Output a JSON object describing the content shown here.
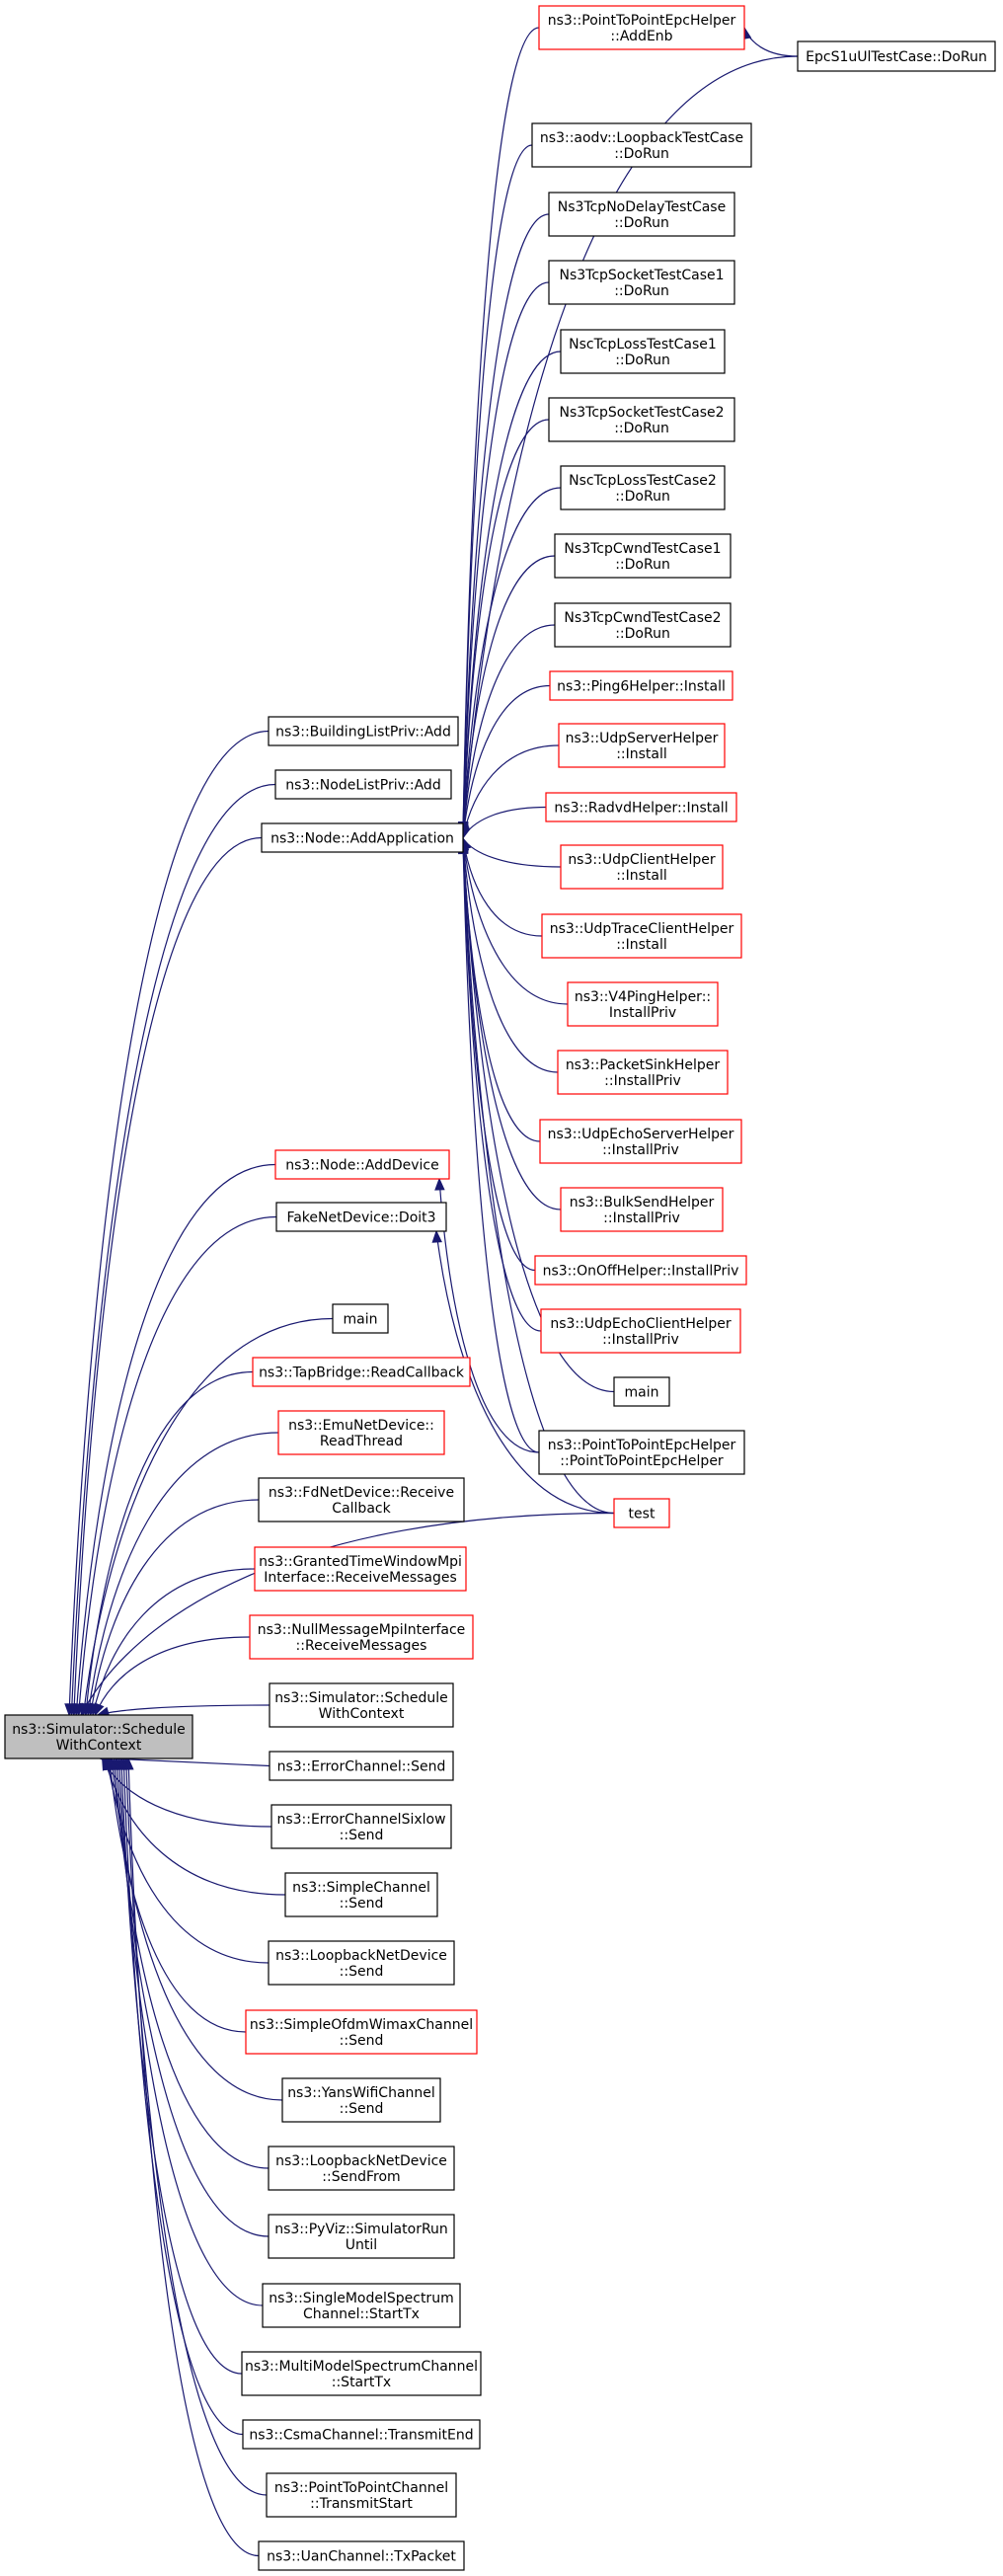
{
  "colors": {
    "edge": "#191970",
    "border_normal": "#000000",
    "border_truncated": "#ff0000",
    "root_fill": "#bfbfbf",
    "node_fill": "#ffffff"
  },
  "root": {
    "id": "root",
    "lines": [
      "ns3::Simulator::Schedule",
      "WithContext"
    ]
  },
  "nodes": [
    {
      "id": "p2pAddEnb",
      "lines": [
        "ns3::PointToPointEpcHelper",
        "::AddEnb"
      ],
      "truncated": true
    },
    {
      "id": "epcS1u",
      "lines": [
        "EpcS1uUlTestCase::DoRun"
      ],
      "truncated": false
    },
    {
      "id": "aodvLoop",
      "lines": [
        "ns3::aodv::LoopbackTestCase",
        "::DoRun"
      ],
      "truncated": false
    },
    {
      "id": "tcpNoDelay",
      "lines": [
        "Ns3TcpNoDelayTestCase",
        "::DoRun"
      ],
      "truncated": false
    },
    {
      "id": "tcpSock1",
      "lines": [
        "Ns3TcpSocketTestCase1",
        "::DoRun"
      ],
      "truncated": false
    },
    {
      "id": "nscLoss1",
      "lines": [
        "NscTcpLossTestCase1",
        "::DoRun"
      ],
      "truncated": false
    },
    {
      "id": "tcpSock2",
      "lines": [
        "Ns3TcpSocketTestCase2",
        "::DoRun"
      ],
      "truncated": false
    },
    {
      "id": "nscLoss2",
      "lines": [
        "NscTcpLossTestCase2",
        "::DoRun"
      ],
      "truncated": false
    },
    {
      "id": "cwnd1",
      "lines": [
        "Ns3TcpCwndTestCase1",
        "::DoRun"
      ],
      "truncated": false
    },
    {
      "id": "cwnd2",
      "lines": [
        "Ns3TcpCwndTestCase2",
        "::DoRun"
      ],
      "truncated": false
    },
    {
      "id": "ping6",
      "lines": [
        "ns3::Ping6Helper::Install"
      ],
      "truncated": true
    },
    {
      "id": "udpServer",
      "lines": [
        "ns3::UdpServerHelper",
        "::Install"
      ],
      "truncated": true
    },
    {
      "id": "radvd",
      "lines": [
        "ns3::RadvdHelper::Install"
      ],
      "truncated": true
    },
    {
      "id": "udpClient",
      "lines": [
        "ns3::UdpClientHelper",
        "::Install"
      ],
      "truncated": true
    },
    {
      "id": "udpTrace",
      "lines": [
        "ns3::UdpTraceClientHelper",
        "::Install"
      ],
      "truncated": true
    },
    {
      "id": "v4ping",
      "lines": [
        "ns3::V4PingHelper::",
        "InstallPriv"
      ],
      "truncated": true
    },
    {
      "id": "pktSink",
      "lines": [
        "ns3::PacketSinkHelper",
        "::InstallPriv"
      ],
      "truncated": true
    },
    {
      "id": "echoServer",
      "lines": [
        "ns3::UdpEchoServerHelper",
        "::InstallPriv"
      ],
      "truncated": true
    },
    {
      "id": "bulkSend",
      "lines": [
        "ns3::BulkSendHelper",
        "::InstallPriv"
      ],
      "truncated": true
    },
    {
      "id": "onoff",
      "lines": [
        "ns3::OnOffHelper::InstallPriv"
      ],
      "truncated": true
    },
    {
      "id": "echoClient",
      "lines": [
        "ns3::UdpEchoClientHelper",
        "::InstallPriv"
      ],
      "truncated": true
    },
    {
      "id": "main2",
      "lines": [
        "main"
      ],
      "truncated": false
    },
    {
      "id": "p2pCtor",
      "lines": [
        "ns3::PointToPointEpcHelper",
        "::PointToPointEpcHelper"
      ],
      "truncated": false
    },
    {
      "id": "test",
      "lines": [
        "test"
      ],
      "truncated": true
    },
    {
      "id": "buildingAdd",
      "lines": [
        "ns3::BuildingListPriv::Add"
      ],
      "truncated": false
    },
    {
      "id": "nodeListAdd",
      "lines": [
        "ns3::NodeListPriv::Add"
      ],
      "truncated": false
    },
    {
      "id": "addApp",
      "lines": [
        "ns3::Node::AddApplication"
      ],
      "truncated": false
    },
    {
      "id": "addDevice",
      "lines": [
        "ns3::Node::AddDevice"
      ],
      "truncated": true
    },
    {
      "id": "fakeNet",
      "lines": [
        "FakeNetDevice::Doit3"
      ],
      "truncated": false
    },
    {
      "id": "main1",
      "lines": [
        "main"
      ],
      "truncated": false
    },
    {
      "id": "tapBridge",
      "lines": [
        "ns3::TapBridge::ReadCallback"
      ],
      "truncated": true
    },
    {
      "id": "emuNet",
      "lines": [
        "ns3::EmuNetDevice::",
        "ReadThread"
      ],
      "truncated": true
    },
    {
      "id": "fdNet",
      "lines": [
        "ns3::FdNetDevice::Receive",
        "Callback"
      ],
      "truncated": false
    },
    {
      "id": "grantedMpi",
      "lines": [
        "ns3::GrantedTimeWindowMpi",
        "Interface::ReceiveMessages"
      ],
      "truncated": true
    },
    {
      "id": "nullMpi",
      "lines": [
        "ns3::NullMessageMpiInterface",
        "::ReceiveMessages"
      ],
      "truncated": true
    },
    {
      "id": "simSched",
      "lines": [
        "ns3::Simulator::Schedule",
        "WithContext"
      ],
      "truncated": false
    },
    {
      "id": "errChan",
      "lines": [
        "ns3::ErrorChannel::Send"
      ],
      "truncated": false
    },
    {
      "id": "errSix",
      "lines": [
        "ns3::ErrorChannelSixlow",
        "::Send"
      ],
      "truncated": false
    },
    {
      "id": "simpleChan",
      "lines": [
        "ns3::SimpleChannel",
        "::Send"
      ],
      "truncated": false
    },
    {
      "id": "loopSend",
      "lines": [
        "ns3::LoopbackNetDevice",
        "::Send"
      ],
      "truncated": false
    },
    {
      "id": "ofdmWimax",
      "lines": [
        "ns3::SimpleOfdmWimaxChannel",
        "::Send"
      ],
      "truncated": true
    },
    {
      "id": "yansWifi",
      "lines": [
        "ns3::YansWifiChannel",
        "::Send"
      ],
      "truncated": false
    },
    {
      "id": "loopSendFrom",
      "lines": [
        "ns3::LoopbackNetDevice",
        "::SendFrom"
      ],
      "truncated": false
    },
    {
      "id": "pyviz",
      "lines": [
        "ns3::PyViz::SimulatorRun",
        "Until"
      ],
      "truncated": false
    },
    {
      "id": "singleSpec",
      "lines": [
        "ns3::SingleModelSpectrum",
        "Channel::StartTx"
      ],
      "truncated": false
    },
    {
      "id": "multiSpec",
      "lines": [
        "ns3::MultiModelSpectrumChannel",
        "::StartTx"
      ],
      "truncated": false
    },
    {
      "id": "csma",
      "lines": [
        "ns3::CsmaChannel::TransmitEnd"
      ],
      "truncated": false
    },
    {
      "id": "p2pChan",
      "lines": [
        "ns3::PointToPointChannel",
        "::TransmitStart"
      ],
      "truncated": false
    },
    {
      "id": "uan",
      "lines": [
        "ns3::UanChannel::TxPacket"
      ],
      "truncated": false
    }
  ],
  "edges": [
    [
      "epcS1u",
      "p2pAddEnb"
    ],
    [
      "p2pAddEnb",
      "addApp"
    ],
    [
      "epcS1u",
      "addApp"
    ],
    [
      "aodvLoop",
      "addApp"
    ],
    [
      "tcpNoDelay",
      "addApp"
    ],
    [
      "tcpSock1",
      "addApp"
    ],
    [
      "nscLoss1",
      "addApp"
    ],
    [
      "tcpSock2",
      "addApp"
    ],
    [
      "nscLoss2",
      "addApp"
    ],
    [
      "cwnd1",
      "addApp"
    ],
    [
      "cwnd2",
      "addApp"
    ],
    [
      "ping6",
      "addApp"
    ],
    [
      "udpServer",
      "addApp"
    ],
    [
      "radvd",
      "addApp"
    ],
    [
      "udpClient",
      "addApp"
    ],
    [
      "udpTrace",
      "addApp"
    ],
    [
      "v4ping",
      "addApp"
    ],
    [
      "pktSink",
      "addApp"
    ],
    [
      "echoServer",
      "addApp"
    ],
    [
      "bulkSend",
      "addApp"
    ],
    [
      "onoff",
      "addApp"
    ],
    [
      "echoClient",
      "addApp"
    ],
    [
      "main2",
      "addApp"
    ],
    [
      "p2pCtor",
      "addApp"
    ],
    [
      "test",
      "addApp"
    ],
    [
      "p2pCtor",
      "addDevice"
    ],
    [
      "test",
      "fakeNet"
    ],
    [
      "buildingAdd",
      "root"
    ],
    [
      "nodeListAdd",
      "root"
    ],
    [
      "addApp",
      "root"
    ],
    [
      "addDevice",
      "root"
    ],
    [
      "fakeNet",
      "root"
    ],
    [
      "test",
      "root"
    ],
    [
      "main1",
      "root"
    ],
    [
      "tapBridge",
      "root"
    ],
    [
      "emuNet",
      "root"
    ],
    [
      "fdNet",
      "root"
    ],
    [
      "grantedMpi",
      "root"
    ],
    [
      "nullMpi",
      "root"
    ],
    [
      "simSched",
      "root"
    ],
    [
      "errChan",
      "root"
    ],
    [
      "errSix",
      "root"
    ],
    [
      "simpleChan",
      "root"
    ],
    [
      "loopSend",
      "root"
    ],
    [
      "ofdmWimax",
      "root"
    ],
    [
      "yansWifi",
      "root"
    ],
    [
      "loopSendFrom",
      "root"
    ],
    [
      "pyviz",
      "root"
    ],
    [
      "singleSpec",
      "root"
    ],
    [
      "multiSpec",
      "root"
    ],
    [
      "csma",
      "root"
    ],
    [
      "p2pChan",
      "root"
    ],
    [
      "uan",
      "root"
    ]
  ]
}
